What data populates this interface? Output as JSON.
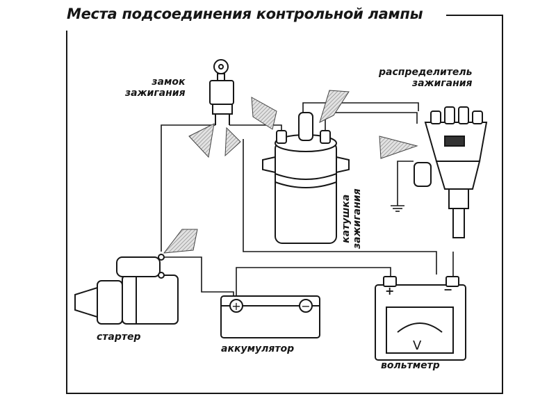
{
  "title": "Места подсоединения контрольной лампы",
  "labels": {
    "ignition_lock": "замок\nзажигания",
    "distributor": "распределитель\nзажигания",
    "ignition_coil": "катушка\nзажигания",
    "starter": "стартер",
    "battery": "аккумулятор",
    "voltmeter": "вольтметр"
  },
  "voltmeter": {
    "unit": "V",
    "plus": "+",
    "minus": "−"
  },
  "battery": {
    "plus": "+",
    "minus": "−"
  },
  "colors": {
    "ink": "#161616",
    "hatch": "#b8b8b8",
    "paper": "#ffffff"
  },
  "icons": [
    "key-icon",
    "test-lamp-arrow-icon",
    "ground-icon"
  ]
}
